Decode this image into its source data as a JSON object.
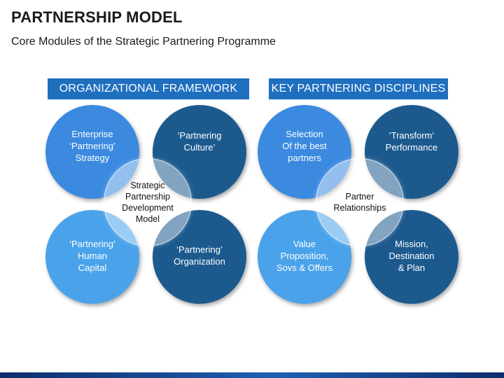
{
  "title": "PARTNERSHIP MODEL",
  "subtitle": "Core Modules of the Strategic Partnering Programme",
  "colors": {
    "header": "#1f6fbf",
    "light_blue": "#4aa3ea",
    "mid_blue": "#3b8ae0",
    "dark_blue": "#1c5a8e",
    "accent_bar": "#0d2d6b"
  },
  "left": {
    "header": "ORGANIZATIONAL FRAMEWORK",
    "top_left": "Enterprise\n‘Partnering’\nStrategy",
    "top_right": "‘Partnering\nCulture’",
    "bottom_left": "‘Partnering’\nHuman\nCapital",
    "bottom_right": "‘Partnering’\nOrganization",
    "center": "Strategic\nPartnership\nDevelopment\nModel"
  },
  "right": {
    "header": "KEY PARTNERING DISCIPLINES",
    "top_left": "Selection\nOf the best\npartners",
    "top_right": "‘Transform‘\nPerformance",
    "bottom_left": "Value\nProposition,\nSovs & Offers",
    "bottom_right": "Mission,\nDestination\n& Plan",
    "center": "Partner\nRelationships"
  }
}
